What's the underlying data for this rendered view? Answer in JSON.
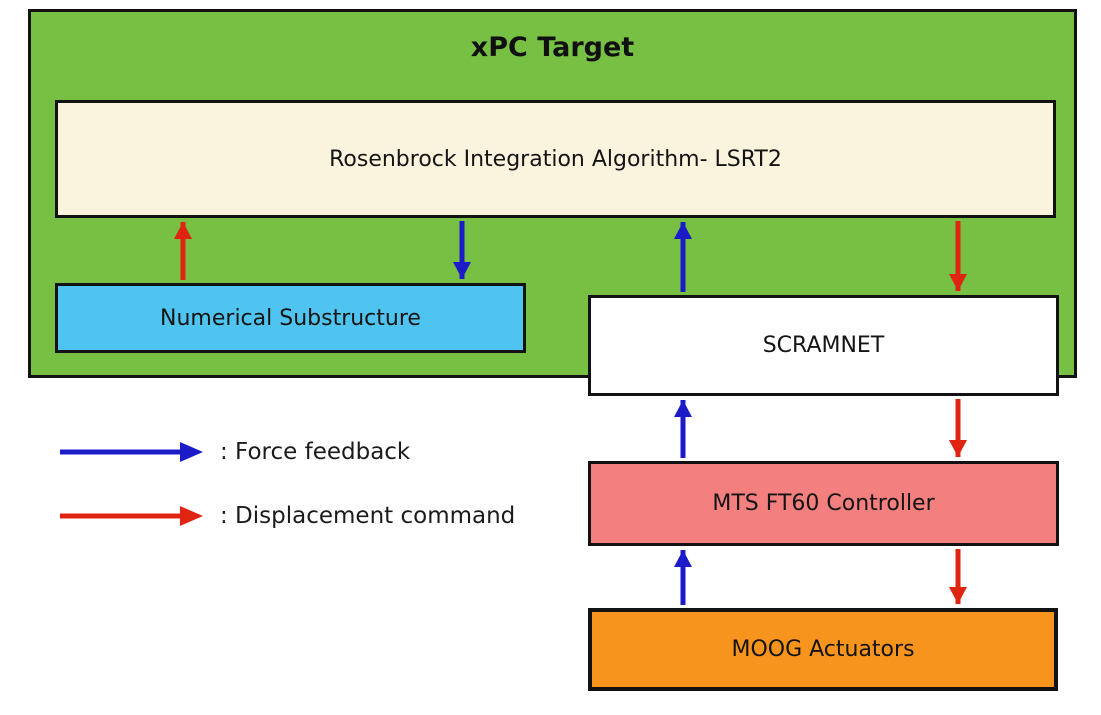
{
  "diagram": {
    "title": "xPC Target",
    "nodes": {
      "rosenbrock": "Rosenbrock Integration Algorithm- LSRT2",
      "numerical_substructure": "Numerical Substructure",
      "scramnet": "SCRAMNET",
      "mts_controller": "MTS FT60 Controller",
      "moog_actuators": "MOOG Actuators"
    },
    "legend": [
      {
        "icon": "blue-right-arrow",
        "label": ": Force feedback",
        "color": "#1B1BC8"
      },
      {
        "icon": "red-right-arrow",
        "label": ": Displacement command",
        "color": "#E02412"
      }
    ],
    "edges": [
      {
        "from": "numerical_substructure",
        "to": "rosenbrock",
        "kind": "displacement_command"
      },
      {
        "from": "rosenbrock",
        "to": "numerical_substructure",
        "kind": "force_feedback"
      },
      {
        "from": "scramnet",
        "to": "rosenbrock",
        "kind": "force_feedback"
      },
      {
        "from": "rosenbrock",
        "to": "scramnet",
        "kind": "displacement_command"
      },
      {
        "from": "mts_controller",
        "to": "scramnet",
        "kind": "force_feedback"
      },
      {
        "from": "scramnet",
        "to": "mts_controller",
        "kind": "displacement_command"
      },
      {
        "from": "moog_actuators",
        "to": "mts_controller",
        "kind": "force_feedback"
      },
      {
        "from": "mts_controller",
        "to": "moog_actuators",
        "kind": "displacement_command"
      }
    ],
    "colors": {
      "xpc_target_fill": "#77C043",
      "rosenbrock_fill": "#FAF3DE",
      "numerical_substructure_fill": "#4FC4F0",
      "scramnet_fill": "#FFFFFF",
      "mts_controller_fill": "#F47F7F",
      "moog_actuators_fill": "#F7941E",
      "force_feedback_arrow": "#1B1BC8",
      "displacement_command_arrow": "#E02412",
      "border": "#121212"
    }
  }
}
